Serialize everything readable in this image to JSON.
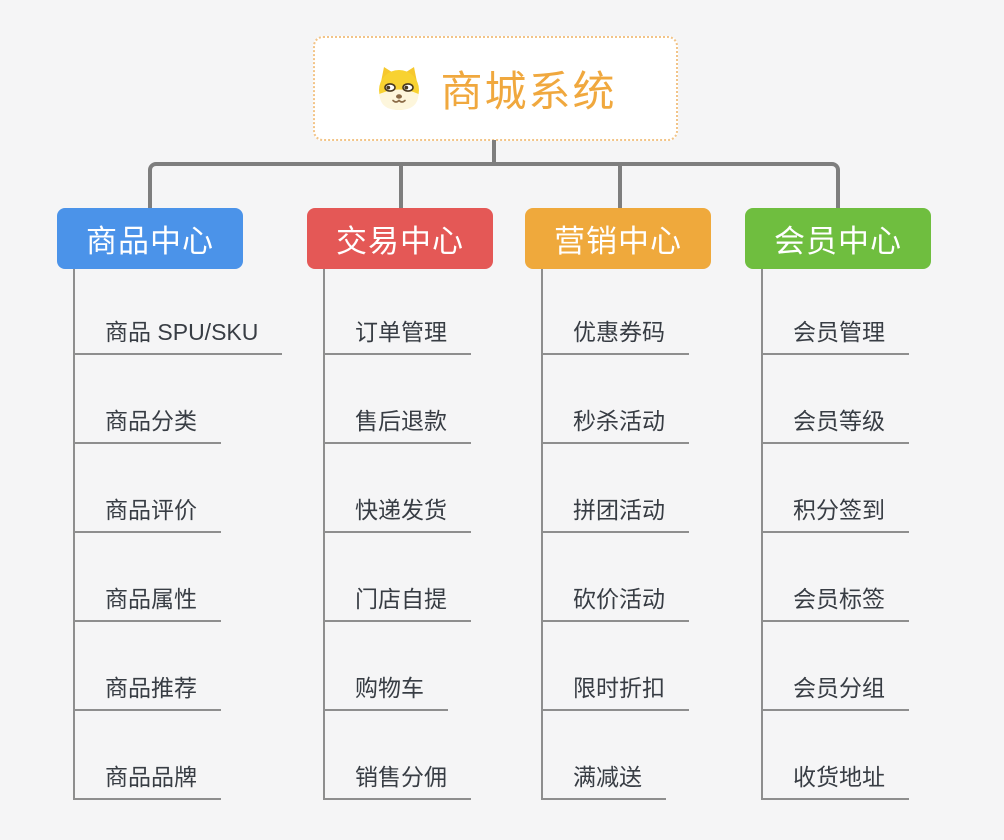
{
  "canvas": {
    "background_color": "#F5F5F6",
    "connector_color": "#7E7E7E",
    "trunk_line_color": "#8E8E8E"
  },
  "root": {
    "title": "商城系统",
    "icon": "dog-face-icon",
    "accent_color": "#F0A83E",
    "border_color": "#F2C488"
  },
  "branches": [
    {
      "label": "商品中心",
      "color": "#4B93E9",
      "children": [
        "商品 SPU/SKU",
        "商品分类",
        "商品评价",
        "商品属性",
        "商品推荐",
        "商品品牌"
      ]
    },
    {
      "label": "交易中心",
      "color": "#E45856",
      "children": [
        "订单管理",
        "售后退款",
        "快递发货",
        "门店自提",
        "购物车",
        "销售分佣"
      ]
    },
    {
      "label": "营销中心",
      "color": "#EFA93C",
      "children": [
        "优惠券码",
        "秒杀活动",
        "拼团活动",
        "砍价活动",
        "限时折扣",
        "满减送"
      ]
    },
    {
      "label": "会员中心",
      "color": "#6FBE3F",
      "children": [
        "会员管理",
        "会员等级",
        "积分签到",
        "会员标签",
        "会员分组",
        "收货地址"
      ]
    }
  ]
}
